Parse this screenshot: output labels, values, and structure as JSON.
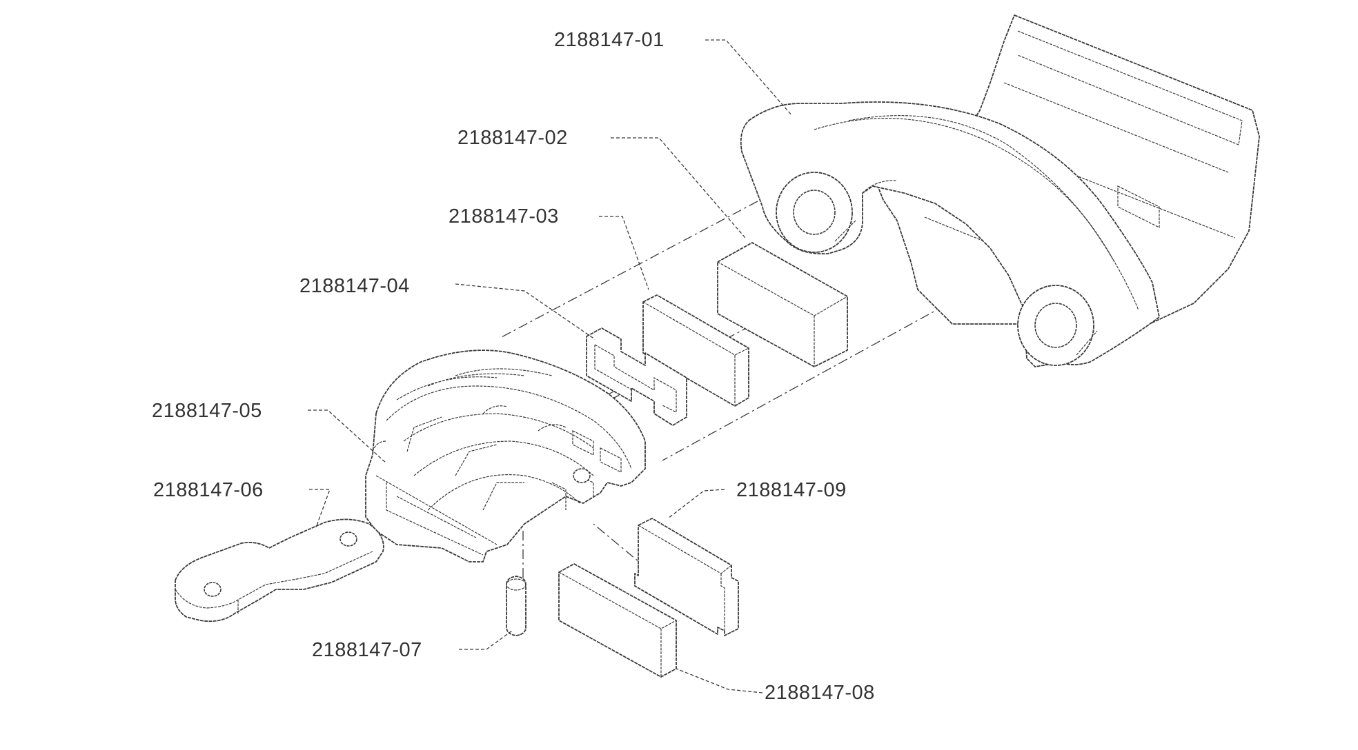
{
  "callouts": {
    "p01": "2188147-01",
    "p02": "2188147-02",
    "p03": "2188147-03",
    "p04": "2188147-04",
    "p05": "2188147-05",
    "p06": "2188147-06",
    "p07": "2188147-07",
    "p08": "2188147-08",
    "p09": "2188147-09"
  },
  "colors": {
    "line": "#3a3a3a",
    "text": "#333333",
    "background": "#ffffff"
  }
}
